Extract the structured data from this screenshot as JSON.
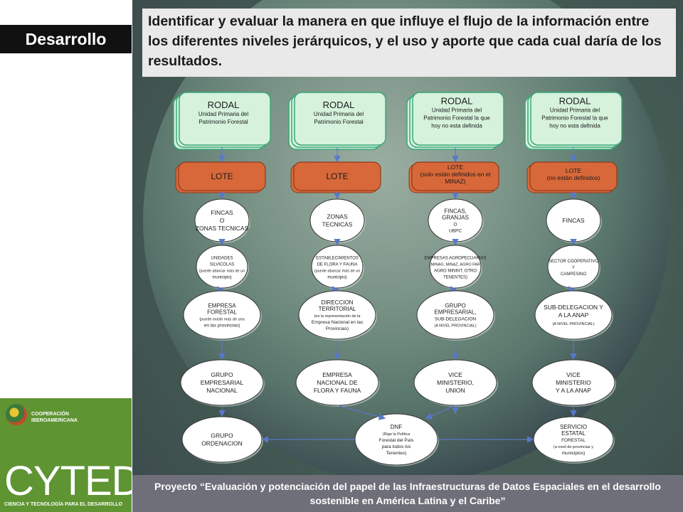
{
  "section_label": "Desarrollo",
  "title": "Identificar y evaluar la manera en que influye el flujo de la información entre los diferentes niveles jerárquicos, y el uso y aporte que cada cual daría de los resultados.",
  "footer": "Proyecto “Evaluación y potenciación del papel de las Infraestructuras de Datos Espaciales en el desarrollo sostenible en América Latina y el Caribe”",
  "logo": {
    "coop_text": [
      "COOPERACIÓN",
      "IBEROAMERICANA"
    ],
    "brand": "CYTED",
    "tagline": "CIENCIA Y TECNOLOGÍA PARA EL DESARROLLO"
  },
  "colors": {
    "rodal_fill": "#d6f2dc",
    "rodal_stroke": "#3aa77a",
    "lote_fill": "#d8683a",
    "lote_stroke": "#8a3c1c",
    "oval_fill": "#ffffff",
    "arrow": "#5a78c8"
  },
  "columns": [
    {
      "rodal": [
        "RODAL",
        "Unidad Primaria del",
        "Patrimonio Forestal"
      ],
      "lote": [
        "LOTE"
      ],
      "ovals": [
        [
          "FINCAS",
          "O",
          "ZONAS TECNICAS"
        ],
        [
          "UNIDADES",
          "SILVICOLAS",
          "(puede abarcar más de un",
          "municipio)"
        ],
        [
          "EMPRESA",
          "FORESTAL",
          "(puede existir más de una",
          "en las provincias)"
        ],
        [
          "GRUPO",
          "EMPRESARIAL",
          "NACIONAL"
        ],
        [
          "GRUPO",
          "ORDENACION"
        ]
      ]
    },
    {
      "rodal": [
        "RODAL",
        "Unidad Primaria del",
        "Patrimonio Forestal"
      ],
      "lote": [
        "LOTE"
      ],
      "ovals": [
        [
          "ZONAS",
          "TECNICAS"
        ],
        [
          "ESTABLECIMIENTOS",
          "DE FLORA Y FAUNA",
          "(puede abarcar más de un",
          "municipio)"
        ],
        [
          "DIRECCION",
          "TERRITORIAL",
          "(es la representación  de la",
          "Empresa Nacional en las",
          "Provincias)"
        ],
        [
          "EMPRESA",
          "NACIONAL DE",
          "FLORA Y FAUNA"
        ]
      ]
    },
    {
      "rodal": [
        "RODAL",
        "Unidad Primaria del",
        "Patrimonio Forestal la que",
        "hoy no esta definida"
      ],
      "lote": [
        "LOTE",
        "(solo están definidos en el",
        "MINAZ)"
      ],
      "ovals": [
        [
          "FINCAS,",
          "GRANJAS",
          "O",
          "UBPC"
        ],
        [
          "EMPRESAS AGROPECUARIAS",
          "(MINAG, MINAZ, AGRO FAR,",
          "AGRO MININT, OTRO",
          "TENENTES)"
        ],
        [
          "GRUPO",
          "EMPRESARIAL,",
          "SUB-DELEGACION",
          "(A NIVEL PROVINCIAL)"
        ],
        [
          "VICE",
          "MINISTERIO,",
          "UNION"
        ],
        [
          "DNF",
          "(Rige la Política",
          "Forestal del País",
          "para todos los",
          "Tenentes)"
        ]
      ]
    },
    {
      "rodal": [
        "RODAL",
        "Unidad Primaria del",
        "Patrimonio Forestal la que",
        "hoy no esta definida"
      ],
      "lote": [
        "LOTE",
        "(no están definidos)"
      ],
      "ovals": [
        [
          "FINCAS"
        ],
        [
          "SECTOR COOPERATIVO",
          "Y",
          "CAMPESINO"
        ],
        [
          "SUB-DELEGACION Y",
          "A LA ANAP",
          "(A NIVEL PROVINCIAL)"
        ],
        [
          "VICE",
          "MINISTERIO",
          "Y A LA ANAP"
        ],
        [
          "SERVICIO",
          "ESTATAL",
          "FORESTAL",
          "(a nivel de provincias y",
          "municipios)"
        ]
      ]
    }
  ]
}
